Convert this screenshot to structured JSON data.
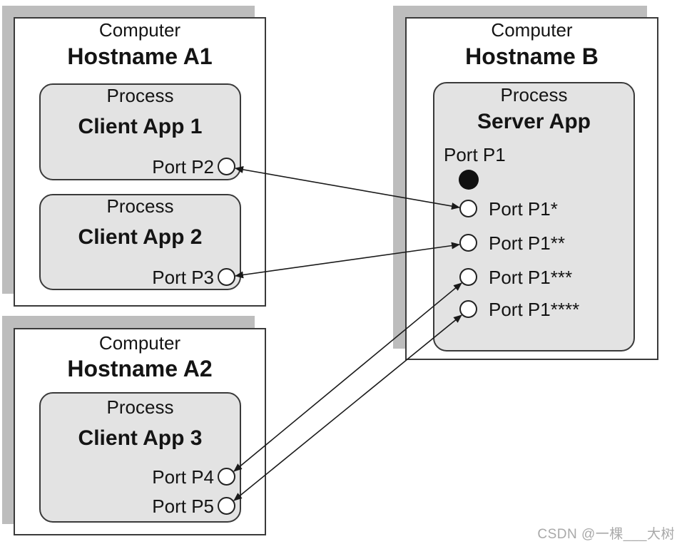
{
  "computers": [
    {
      "label": "Computer",
      "hostname": "Hostname A1",
      "processes": [
        {
          "label": "Process",
          "app": "Client App 1",
          "ports": [
            "Port P2"
          ]
        },
        {
          "label": "Process",
          "app": "Client App 2",
          "ports": [
            "Port P3"
          ]
        }
      ]
    },
    {
      "label": "Computer",
      "hostname": "Hostname A2",
      "processes": [
        {
          "label": "Process",
          "app": "Client App 3",
          "ports": [
            "Port P4",
            "Port P5"
          ]
        }
      ]
    },
    {
      "label": "Computer",
      "hostname": "Hostname B",
      "processes": [
        {
          "label": "Process",
          "app": "Server App",
          "listening_port": "Port P1",
          "ports": [
            "Port P1*",
            "Port P1**",
            "Port P1***",
            "Port P1****"
          ]
        }
      ]
    }
  ],
  "connections": [
    {
      "from": "Port P2",
      "to": "Port P1*",
      "bidirectional": true
    },
    {
      "from": "Port P3",
      "to": "Port P1**",
      "bidirectional": true
    },
    {
      "from": "Port P4",
      "to": "Port P1***",
      "bidirectional": true
    },
    {
      "from": "Port P5",
      "to": "Port P1****",
      "bidirectional": true
    }
  ],
  "watermark": "CSDN @一棵___大树",
  "colors": {
    "shadow": "#bdbdbd",
    "process_fill": "#e3e3e3",
    "box_border": "#3a3a3a",
    "connector": "#1a1a1a",
    "watermark_text": "#a9a9a9"
  }
}
